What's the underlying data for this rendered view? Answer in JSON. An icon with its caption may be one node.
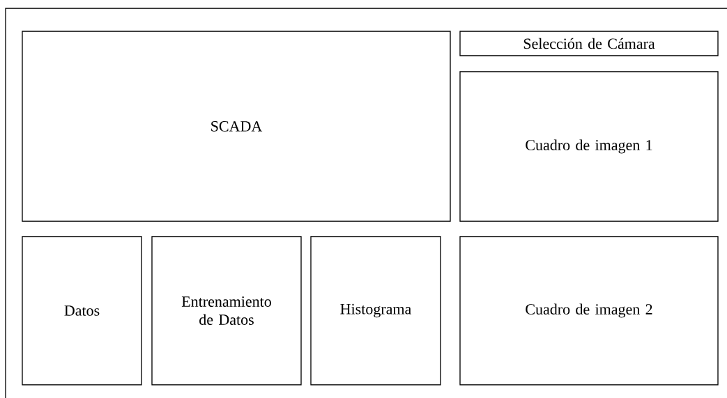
{
  "diagram": {
    "nodes": [
      {
        "text": [
          "SCADA"
        ]
      },
      {
        "text": [
          "Selección de Cámara"
        ]
      },
      {
        "text": [
          "Cuadro de imagen 1"
        ]
      },
      {
        "text": [
          "Datos"
        ]
      },
      {
        "text": [
          "Entrenamiento de Datos"
        ]
      },
      {
        "text": [
          "Histograma"
        ]
      },
      {
        "text": [
          "Cuadro de imagen 2"
        ]
      }
    ]
  }
}
